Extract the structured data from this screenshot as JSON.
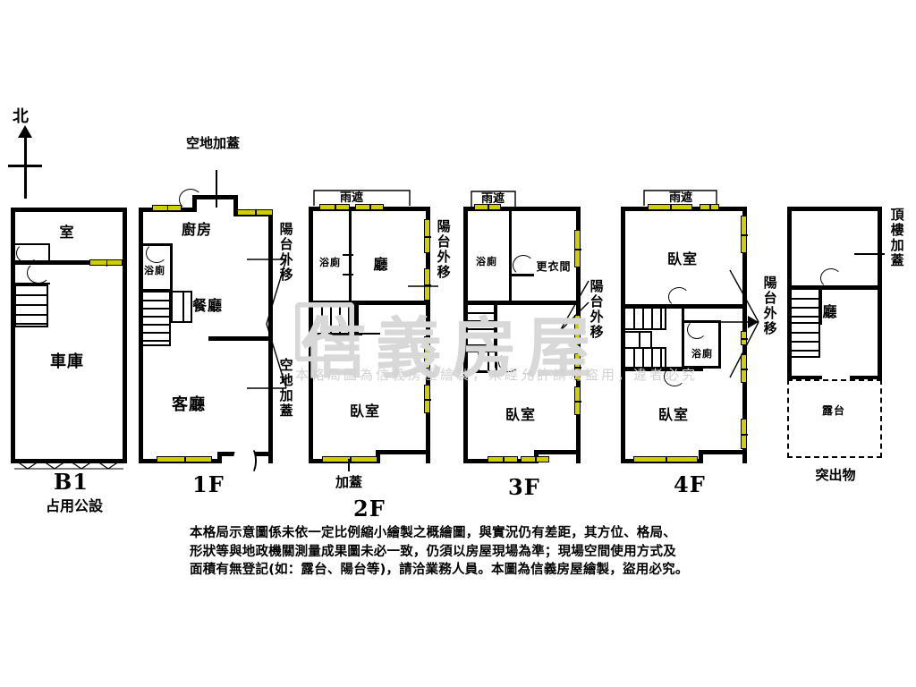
{
  "meta": {
    "doc_type": "real-estate-floor-plan",
    "compass_label": "北",
    "line_color": "#000000",
    "window_color": "#cfcf00",
    "watermark_color": "#d8d8d8"
  },
  "watermark": {
    "brand": "信義房屋",
    "note": "本格局圖為信義房屋繪製，未經允許請勿盜用，違者必究"
  },
  "disclaimer": {
    "line1": "本格局示意圖係未依一定比例縮小繪製之概繪圖，與實況仍有差距，其方位、格局、",
    "line2": "形狀等與地政機關測量成果圖未必一致，仍須以房屋現場為準；現場空間使用方式及",
    "line3": "面積有無登記(如：露台、陽台等)，請洽業務人員。本圖為信義房屋繪製，盜用必究。"
  },
  "floors": [
    {
      "id": "b1",
      "name": "B1",
      "sublabel": "占用公設",
      "rooms": [
        {
          "key": "storage",
          "label": "室"
        },
        {
          "key": "garage",
          "label": "車庫"
        }
      ],
      "annotations": []
    },
    {
      "id": "f1",
      "name": "1F",
      "sublabel": "",
      "rooms": [
        {
          "key": "kitchen",
          "label": "廚房"
        },
        {
          "key": "bathroom",
          "label": "浴廁"
        },
        {
          "key": "dining",
          "label": "餐廳"
        },
        {
          "key": "living",
          "label": "客廳"
        }
      ],
      "annotations": [
        {
          "key": "open-land-cover-top",
          "label": "空地加蓋"
        },
        {
          "key": "balcony-moved",
          "label": "陽台外移"
        },
        {
          "key": "open-land-cover-side",
          "label": "空地加蓋"
        }
      ]
    },
    {
      "id": "f2",
      "name": "2F",
      "sublabel": "加蓋",
      "rooms": [
        {
          "key": "bathroom",
          "label": "浴廁"
        },
        {
          "key": "hall",
          "label": "廳"
        },
        {
          "key": "bedroom",
          "label": "臥室"
        }
      ],
      "annotations": [
        {
          "key": "rain-shelter",
          "label": "雨遮"
        },
        {
          "key": "balcony-moved",
          "label": "陽台外移"
        }
      ]
    },
    {
      "id": "f3",
      "name": "3F",
      "sublabel": "",
      "rooms": [
        {
          "key": "bathroom",
          "label": "浴廁"
        },
        {
          "key": "wardrobe",
          "label": "更衣間"
        },
        {
          "key": "bedroom",
          "label": "臥室"
        }
      ],
      "annotations": [
        {
          "key": "rain-shelter",
          "label": "雨遮"
        },
        {
          "key": "balcony-moved",
          "label": "陽台外移"
        }
      ]
    },
    {
      "id": "f4",
      "name": "4F",
      "sublabel": "",
      "rooms": [
        {
          "key": "bedroom-top",
          "label": "臥室"
        },
        {
          "key": "bathroom",
          "label": "浴廁"
        },
        {
          "key": "bedroom-bottom",
          "label": "臥室"
        }
      ],
      "annotations": [
        {
          "key": "rain-shelter",
          "label": "雨遮"
        },
        {
          "key": "balcony-moved",
          "label": "陽台外移"
        }
      ]
    },
    {
      "id": "rooftop",
      "name": "",
      "sublabel": "突出物",
      "rooms": [
        {
          "key": "hall",
          "label": "廳"
        },
        {
          "key": "terrace",
          "label": "露台"
        }
      ],
      "annotations": [
        {
          "key": "rooftop-cover",
          "label": "頂樓加蓋"
        }
      ]
    }
  ]
}
